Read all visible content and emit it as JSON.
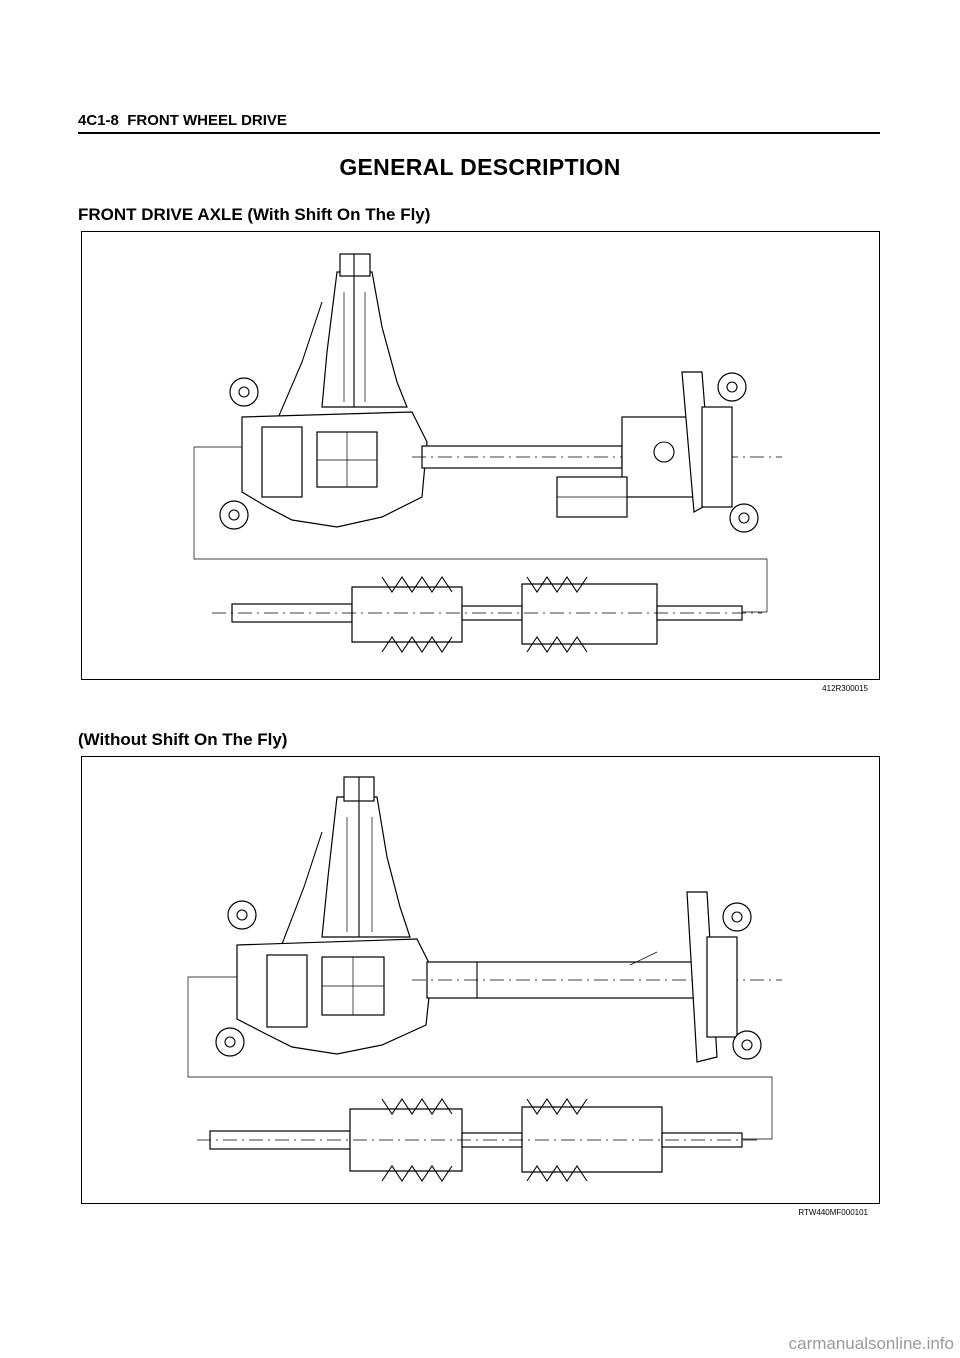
{
  "header": {
    "section_code": "4C1-8",
    "section_title": "FRONT WHEEL DRIVE"
  },
  "title": "GENERAL DESCRIPTION",
  "figures": [
    {
      "heading": "FRONT DRIVE AXLE (With Shift On The Fly)",
      "figure_id": "412R300015"
    },
    {
      "heading": "(Without Shift On The Fly)",
      "figure_id": "RTW440MF000101"
    }
  ],
  "watermark": "carmanualsonline.info"
}
